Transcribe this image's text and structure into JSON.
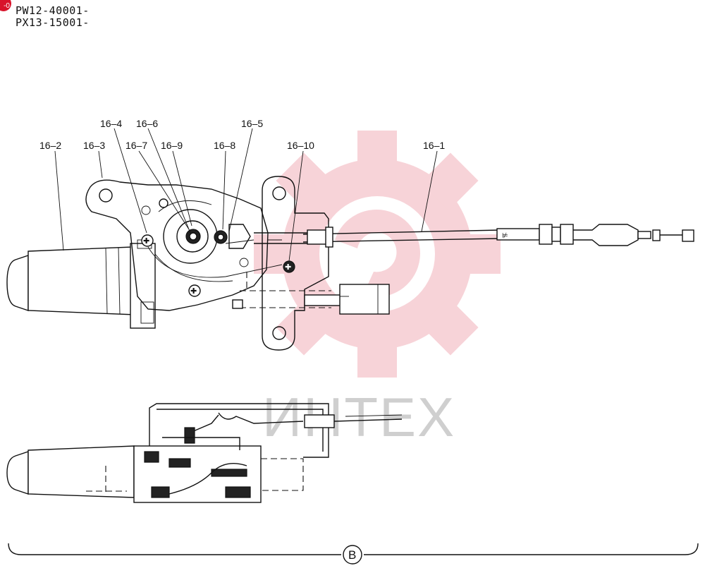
{
  "header": {
    "badge_text": "-0",
    "serial_lines": [
      "PW12-40001-",
      "PX13-15001-"
    ]
  },
  "watermark": {
    "text": "ИНТЕХ",
    "color": "#d8132b"
  },
  "callouts": [
    {
      "id": "16-1",
      "label": "16–1"
    },
    {
      "id": "16-2",
      "label": "16–2"
    },
    {
      "id": "16-3",
      "label": "16–3"
    },
    {
      "id": "16-4",
      "label": "16–4"
    },
    {
      "id": "16-5",
      "label": "16–5"
    },
    {
      "id": "16-6",
      "label": "16–6"
    },
    {
      "id": "16-7",
      "label": "16–7"
    },
    {
      "id": "16-8",
      "label": "16–8"
    },
    {
      "id": "16-9",
      "label": "16–9"
    },
    {
      "id": "16-10",
      "label": "16–10"
    }
  ],
  "section_marker": "B"
}
